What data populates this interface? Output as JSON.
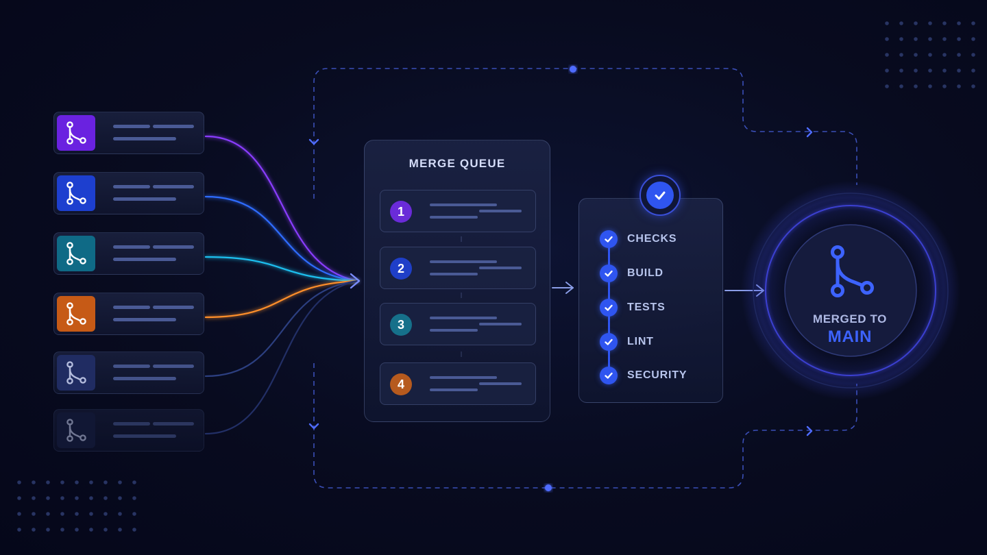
{
  "queue": {
    "title": "MERGE QUEUE",
    "items": [
      {
        "number": "1",
        "color": "#6a2bd8"
      },
      {
        "number": "2",
        "color": "#1f3fc8"
      },
      {
        "number": "3",
        "color": "#16708a"
      },
      {
        "number": "4",
        "color": "#b65a1e"
      }
    ]
  },
  "pull_requests": [
    {
      "icon": "git-merge-icon",
      "color": "#6a22e0",
      "line_color": "#8a3cff"
    },
    {
      "icon": "git-merge-icon",
      "color": "#1d3fcf",
      "line_color": "#2f6cff"
    },
    {
      "icon": "git-merge-icon",
      "color": "#0f6a86",
      "line_color": "#1fc0f0"
    },
    {
      "icon": "git-merge-icon",
      "color": "#c65a16",
      "line_color": "#ff8f2a"
    },
    {
      "icon": "git-merge-icon",
      "color": "#23306a",
      "line_color": "#2c3f80"
    },
    {
      "icon": "git-merge-icon",
      "color": "#1a2347",
      "line_color": "#222f66"
    }
  ],
  "checks": {
    "items": [
      "CHECKS",
      "BUILD",
      "TESTS",
      "LINT",
      "SECURITY"
    ]
  },
  "result": {
    "line1": "MERGED TO",
    "line2": "MAIN",
    "accent": "#3d63ff"
  }
}
